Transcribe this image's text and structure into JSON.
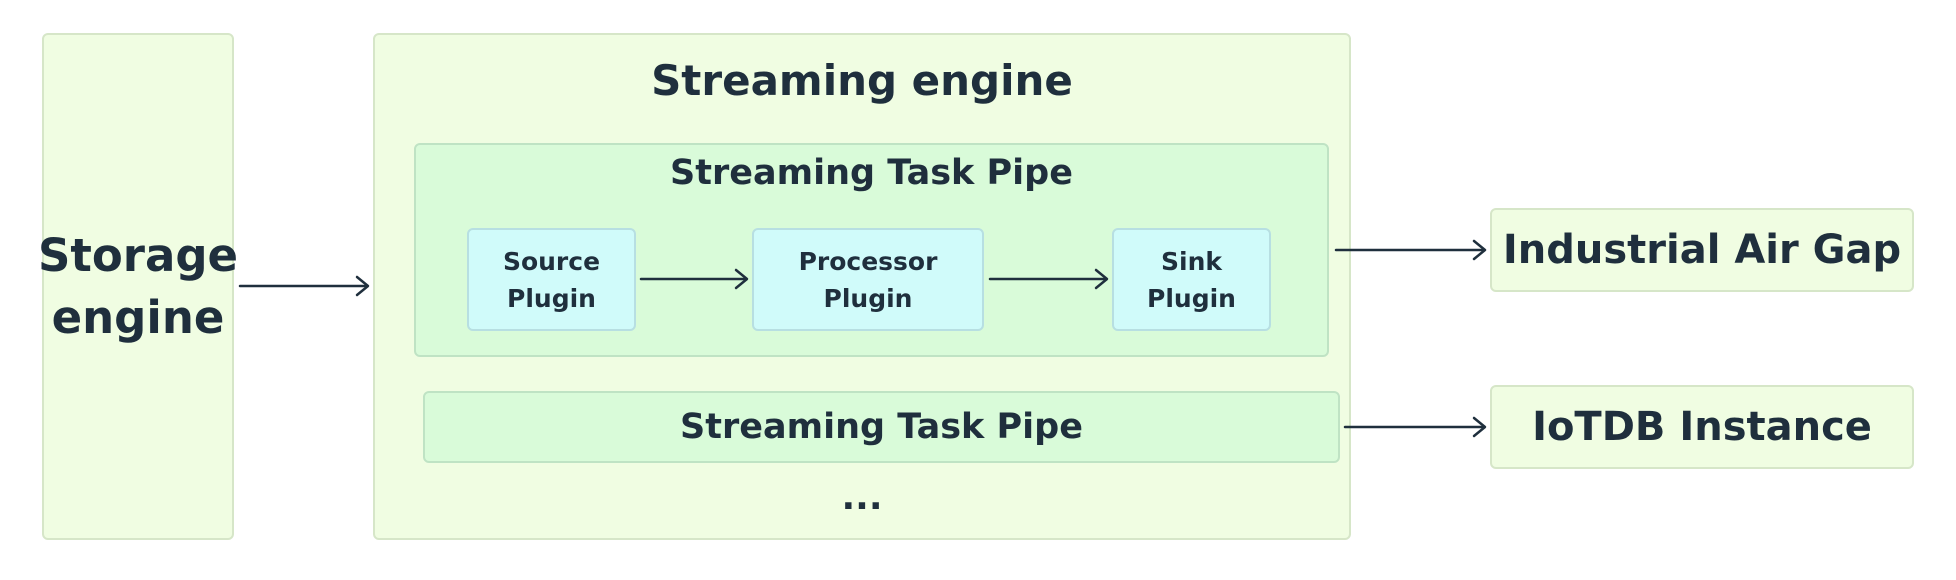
{
  "storage_engine": {
    "label_line1": "Storage",
    "label_line2": "engine"
  },
  "streaming_engine": {
    "title": "Streaming engine",
    "pipe_primary": {
      "title": "Streaming Task Pipe",
      "plugins": [
        {
          "line1": "Source",
          "line2": "Plugin"
        },
        {
          "line1": "Processor",
          "line2": "Plugin"
        },
        {
          "line1": "Sink",
          "line2": "Plugin"
        }
      ]
    },
    "pipe_secondary": {
      "title": "Streaming Task Pipe"
    },
    "more_indicator": "..."
  },
  "targets": {
    "industrial_air_gap": "Industrial Air Gap",
    "iotdb_instance": "IoTDB Instance"
  }
}
